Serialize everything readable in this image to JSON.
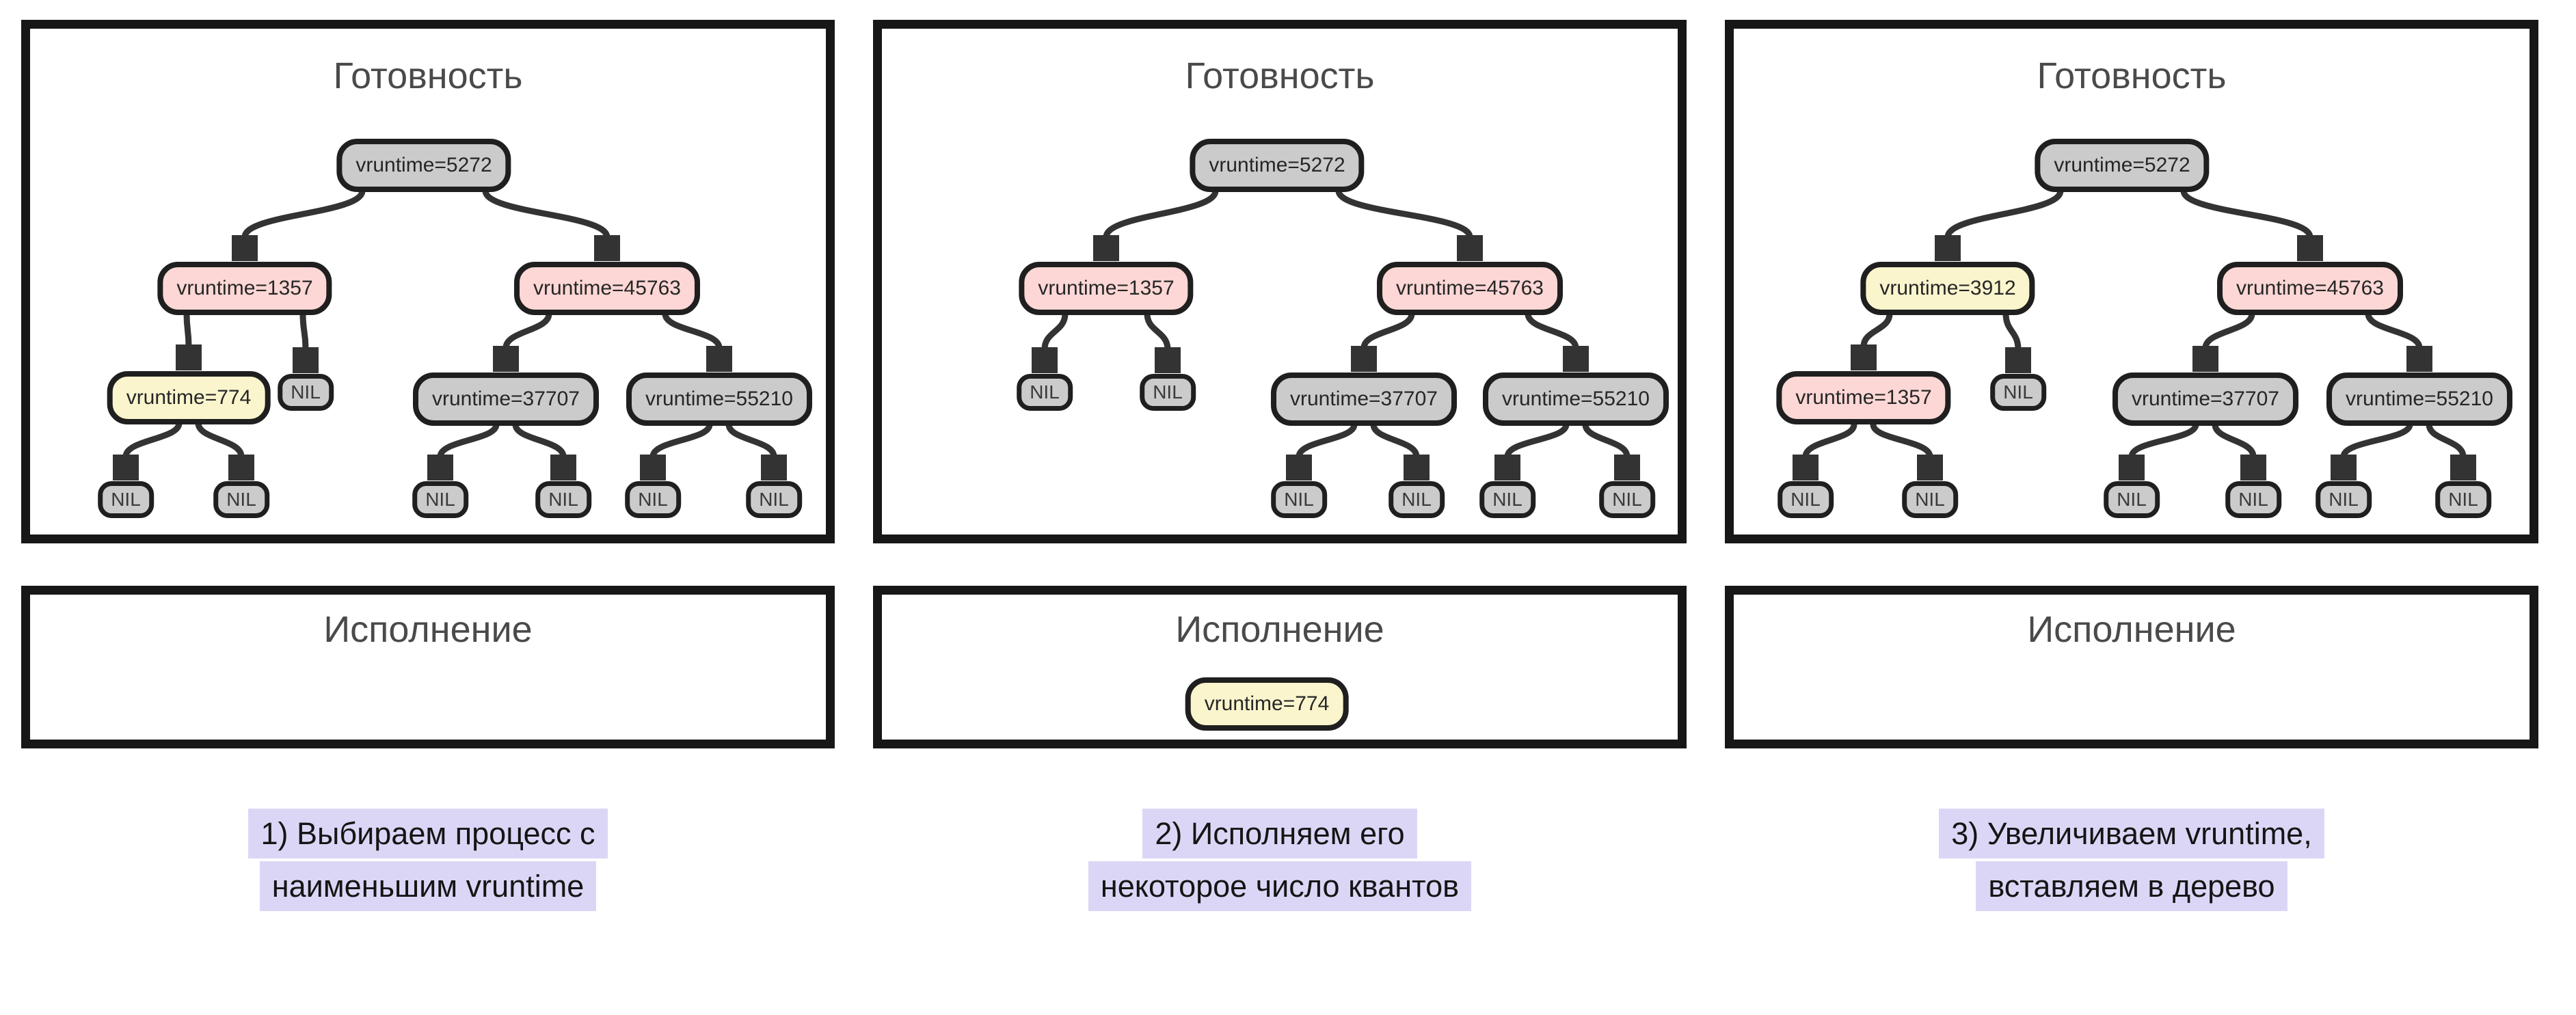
{
  "colors": {
    "node_gray": "#cbcbcb",
    "node_pink": "#fcd7d5",
    "node_yellow": "#faf5cd",
    "node_border": "#1f1f1f",
    "edge_arrow": "#333333",
    "box_border": "#171717",
    "title_gray": "#4a4a4a",
    "caption_highlight": "#dcd6f6",
    "caption_text": "#151515"
  },
  "panels": [
    {
      "ready_title": "Готовность",
      "run_title": "Исполнение",
      "caption_lines": [
        "1) Выбираем процесс с",
        "наименьшим vruntime"
      ],
      "tree_nodes": [
        {
          "label": "vruntime=5272",
          "color": "gray"
        },
        {
          "label": "vruntime=1357",
          "color": "pink"
        },
        {
          "label": "vruntime=45763",
          "color": "pink"
        },
        {
          "label": "vruntime=774",
          "color": "yellow"
        },
        {
          "label": "NIL",
          "color": "gray"
        },
        {
          "label": "vruntime=37707",
          "color": "gray"
        },
        {
          "label": "vruntime=55210",
          "color": "gray"
        },
        {
          "label": "NIL",
          "color": "gray"
        },
        {
          "label": "NIL",
          "color": "gray"
        },
        {
          "label": "NIL",
          "color": "gray"
        },
        {
          "label": "NIL",
          "color": "gray"
        },
        {
          "label": "NIL",
          "color": "gray"
        },
        {
          "label": "NIL",
          "color": "gray"
        }
      ],
      "run_node": null
    },
    {
      "ready_title": "Готовность",
      "run_title": "Исполнение",
      "caption_lines": [
        "2) Исполняем его",
        "некоторое число квантов"
      ],
      "tree_nodes": [
        {
          "label": "vruntime=5272",
          "color": "gray"
        },
        {
          "label": "vruntime=1357",
          "color": "pink"
        },
        {
          "label": "vruntime=45763",
          "color": "pink"
        },
        {
          "label": "NIL",
          "color": "gray"
        },
        {
          "label": "NIL",
          "color": "gray"
        },
        {
          "label": "vruntime=37707",
          "color": "gray"
        },
        {
          "label": "vruntime=55210",
          "color": "gray"
        },
        {
          "label": "NIL",
          "color": "gray"
        },
        {
          "label": "NIL",
          "color": "gray"
        },
        {
          "label": "NIL",
          "color": "gray"
        },
        {
          "label": "NIL",
          "color": "gray"
        }
      ],
      "run_node": {
        "label": "vruntime=774",
        "color": "yellow"
      }
    },
    {
      "ready_title": "Готовность",
      "run_title": "Исполнение",
      "caption_lines": [
        "3) Увеличиваем vruntime,",
        "вставляем в дерево"
      ],
      "tree_nodes": [
        {
          "label": "vruntime=5272",
          "color": "gray"
        },
        {
          "label": "vruntime=3912",
          "color": "yellow"
        },
        {
          "label": "vruntime=45763",
          "color": "pink"
        },
        {
          "label": "vruntime=1357",
          "color": "pink"
        },
        {
          "label": "NIL",
          "color": "gray"
        },
        {
          "label": "vruntime=37707",
          "color": "gray"
        },
        {
          "label": "vruntime=55210",
          "color": "gray"
        },
        {
          "label": "NIL",
          "color": "gray"
        },
        {
          "label": "NIL",
          "color": "gray"
        },
        {
          "label": "NIL",
          "color": "gray"
        },
        {
          "label": "NIL",
          "color": "gray"
        },
        {
          "label": "NIL",
          "color": "gray"
        },
        {
          "label": "NIL",
          "color": "gray"
        }
      ],
      "run_node": null
    }
  ]
}
